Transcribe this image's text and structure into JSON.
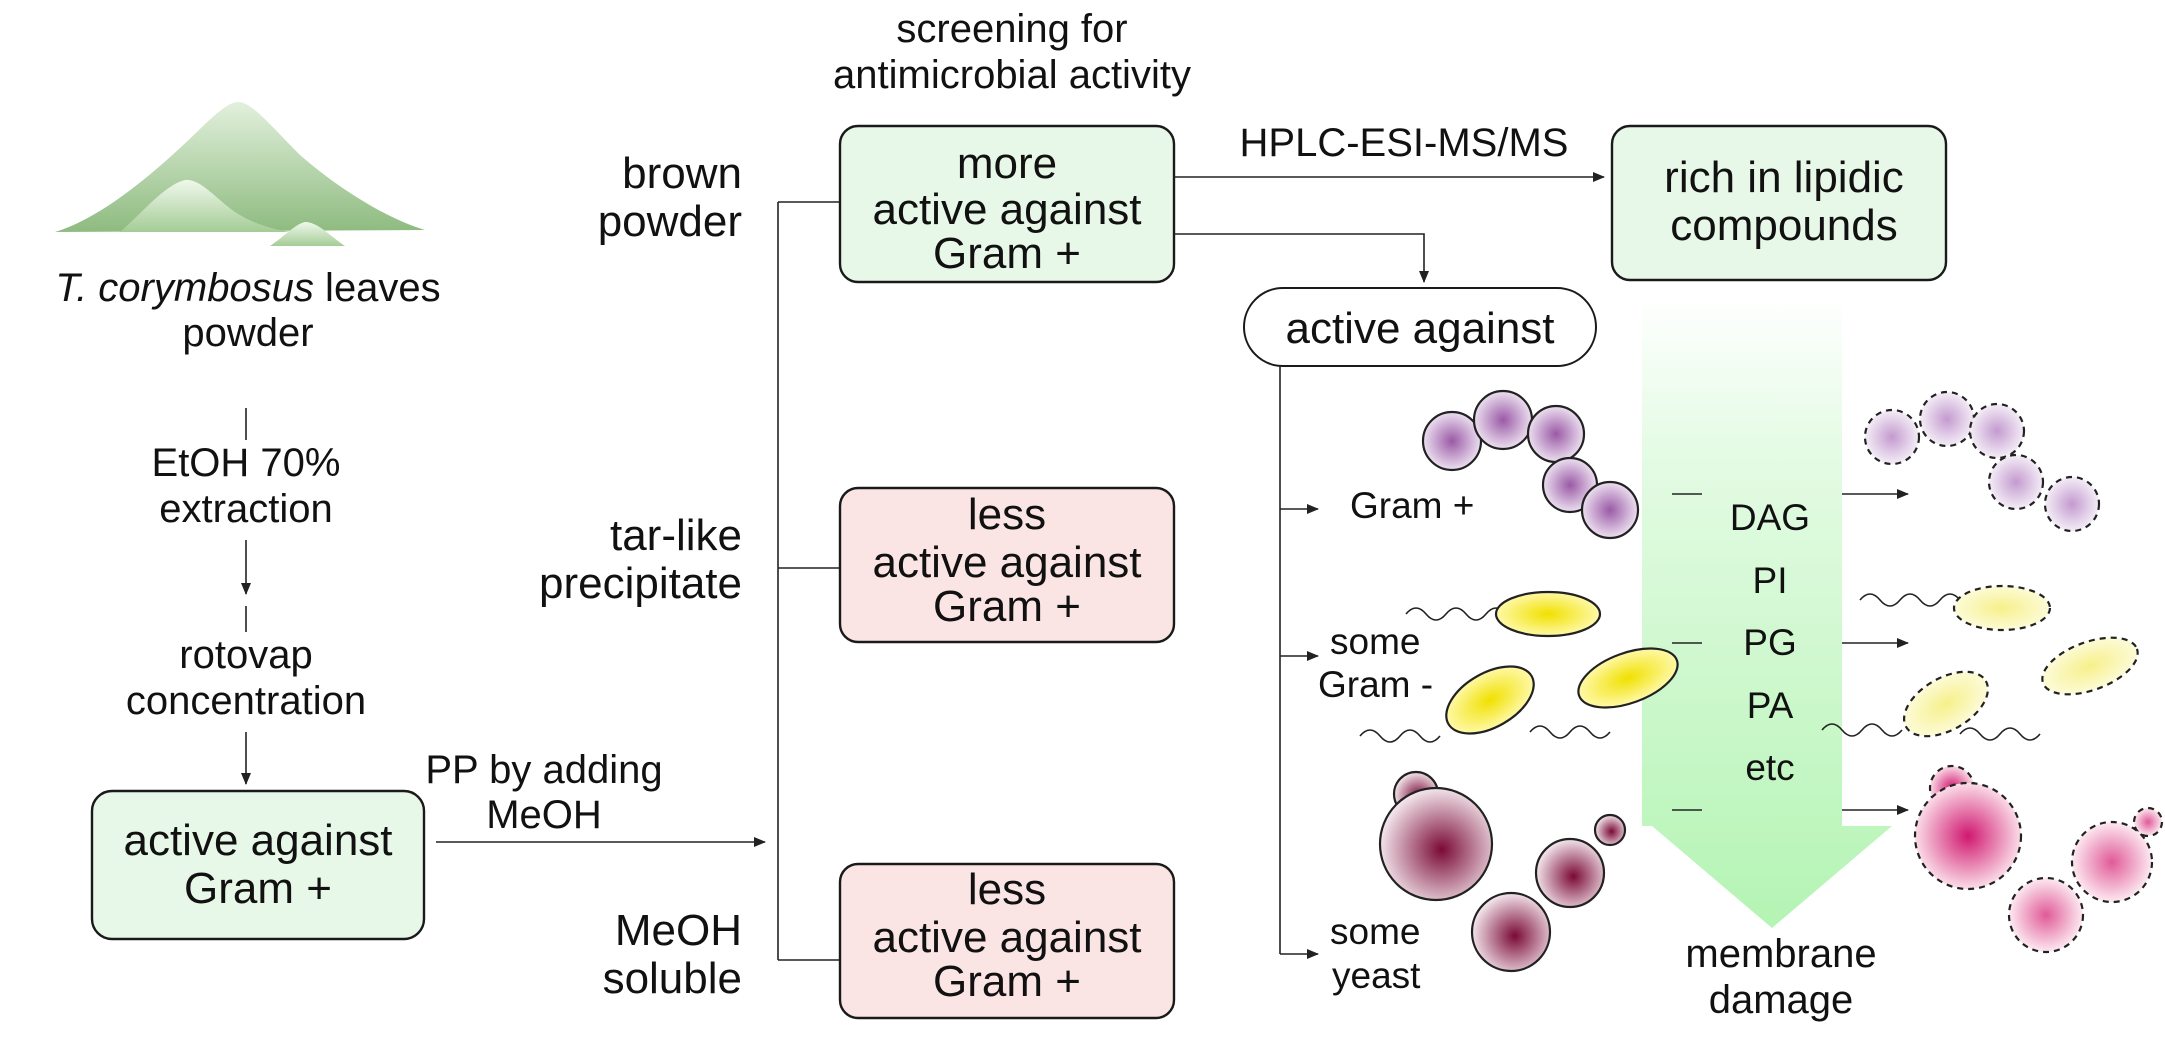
{
  "source": {
    "name_italic": "T. corymbosus",
    "name_rest": " leaves",
    "line2": "powder"
  },
  "extraction": {
    "line1": "EtOH 70%",
    "line2": "extraction"
  },
  "concentration": {
    "line1": "rotovap",
    "line2": "concentration"
  },
  "crude_extract": {
    "line1": "active against",
    "line2": "Gram +"
  },
  "precipitation": {
    "line1": "PP by adding",
    "line2": "MeOH"
  },
  "fractions": [
    {
      "label1": "brown",
      "label2": "powder",
      "box1": "more",
      "box2": "active against",
      "box3": "Gram +",
      "status": "more"
    },
    {
      "label1": "tar-like",
      "label2": "precipitate",
      "box1": "less",
      "box2": "active against",
      "box3": "Gram +",
      "status": "less"
    },
    {
      "label1": "MeOH",
      "label2": "soluble",
      "box1": "less",
      "box2": "active against",
      "box3": "Gram +",
      "status": "less"
    }
  ],
  "screening": {
    "line1": "screening for",
    "line2": "antimicrobial activity"
  },
  "analysis": {
    "method": "HPLC-ESI-MS/MS",
    "result1": "rich in lipidic",
    "result2": "compounds"
  },
  "activity": {
    "title": "active against",
    "targets": [
      {
        "line1": "Gram +",
        "line2": ""
      },
      {
        "line1": "some",
        "line2": "Gram -"
      },
      {
        "line1": "some",
        "line2": "yeast"
      }
    ]
  },
  "lipids": [
    "DAG",
    "PI",
    "PG",
    "PA",
    "etc"
  ],
  "outcome": {
    "line1": "membrane",
    "line2": "damage"
  },
  "colors": {
    "active_box": "#e8f8e8",
    "less_box": "#fbe4e4",
    "arrow_green": "#b8f5b8",
    "gram_pos_purple": "#a070b0",
    "gram_neg_yellow": "#f0e000",
    "yeast_maroon": "#8a1040"
  }
}
